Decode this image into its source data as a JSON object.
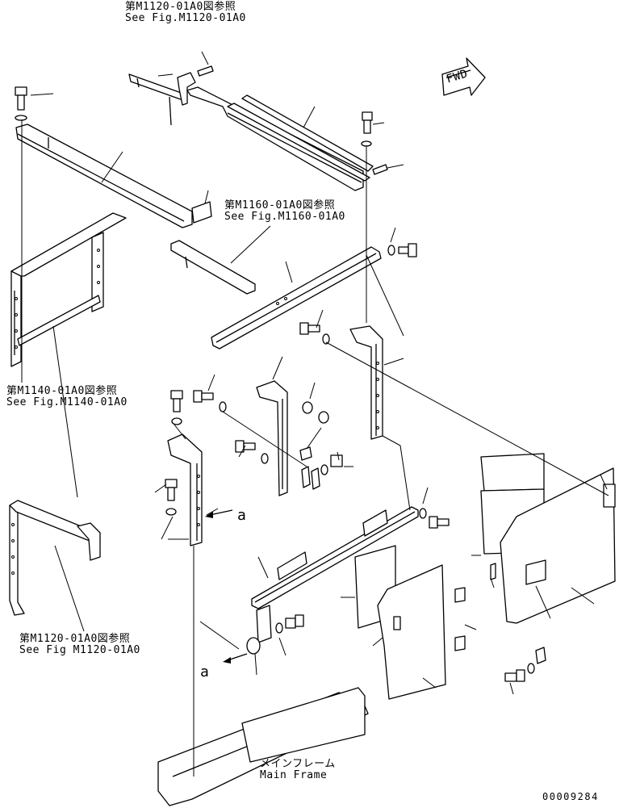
{
  "refs": {
    "top": {
      "jp": "第M1120-01A0図参照",
      "en": "See Fig.M1120-01A0"
    },
    "middle": {
      "jp": "第M1160-01A0図参照",
      "en": "See Fig.M1160-01A0"
    },
    "left": {
      "jp": "第M1140-01A0図参照",
      "en": "See Fig.M1140-01A0"
    },
    "bottom": {
      "jp": "第M1120-01A0図参照",
      "en": "See Fig M1120-01A0"
    }
  },
  "fwd": "FWD",
  "main_frame": {
    "jp": "メインフレーム",
    "en": "Main Frame"
  },
  "marker_a": "a",
  "drawing_number": "00009284"
}
